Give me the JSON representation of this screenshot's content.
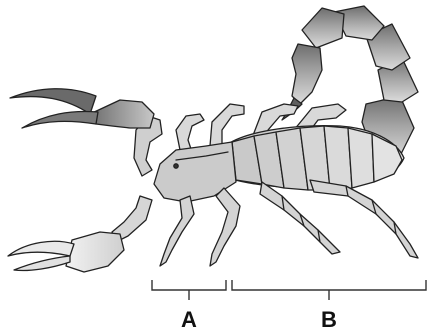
{
  "diagram": {
    "subject": "scorpion",
    "labels": {
      "a": "A",
      "b": "B"
    },
    "colors": {
      "outline": "#222222",
      "body_light": "#d9d9d9",
      "body_mid": "#b3b3b3",
      "body_dark": "#7a7a7a",
      "bracket": "#333333"
    }
  }
}
